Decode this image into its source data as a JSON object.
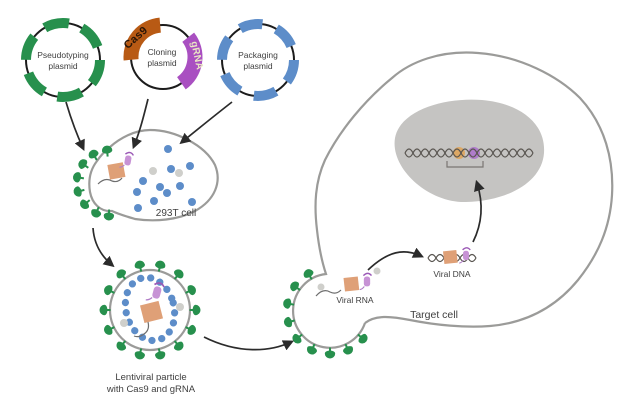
{
  "labels": {
    "pseudotyping_line1": "Pseudotyping",
    "pseudotyping_line2": "plasmid",
    "cloning_line1": "Cloning",
    "cloning_line2": "plasmid",
    "packaging_line1": "Packaging",
    "packaging_line2": "plasmid",
    "cas9_gene": "Cas9",
    "grna_gene": "gRNA",
    "producer_cell": "293T cell",
    "particle_line1": "Lentiviral particle",
    "particle_line2": "with Cas9 and gRNA",
    "viral_rna": "Viral RNA",
    "viral_dna": "Viral DNA",
    "target_cell": "Target cell"
  },
  "colors": {
    "envelope_green": "#27904d",
    "packaging_blue": "#5d8dc9",
    "cas9_gene_orange": "#b85a14",
    "grna_gene_purple": "#a94fc1",
    "cas9_protein": "#dfa077",
    "grna_protein": "#c792d5",
    "gray_dot": "#cfcfcb",
    "membrane_gray": "#9b9b99",
    "nucleus_gray": "#c5c4c2",
    "plasmid_backbone": "#1c1c1c",
    "text": "#3f3f3f",
    "arrow": "#2b2b2b"
  }
}
